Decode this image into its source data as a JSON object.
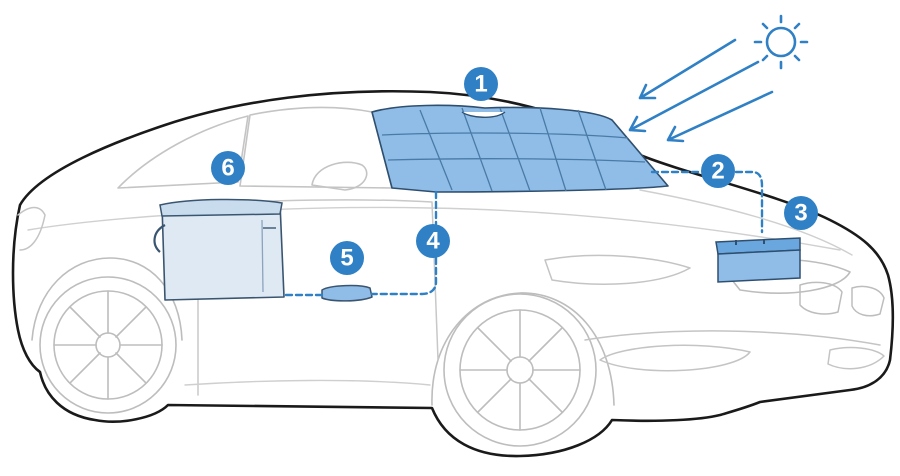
{
  "colors": {
    "accent": "#2F80C5",
    "accent_light": "#8FBDE8",
    "line": "#1a1a1a",
    "detail": "#b9b9b9"
  },
  "icons": [
    "sun-icon",
    "sunlight-arrow-icon"
  ],
  "markers": [
    {
      "id": "marker-1",
      "label": "1",
      "refers_to": "windshield-solar-panel"
    },
    {
      "id": "marker-2",
      "label": "2",
      "refers_to": "panel-to-battery-cable"
    },
    {
      "id": "marker-3",
      "label": "3",
      "refers_to": "battery-box"
    },
    {
      "id": "marker-4",
      "label": "4",
      "refers_to": "dashboard-cable"
    },
    {
      "id": "marker-5",
      "label": "5",
      "refers_to": "floor-controller"
    },
    {
      "id": "marker-6",
      "label": "6",
      "refers_to": "portable-cooler"
    }
  ]
}
